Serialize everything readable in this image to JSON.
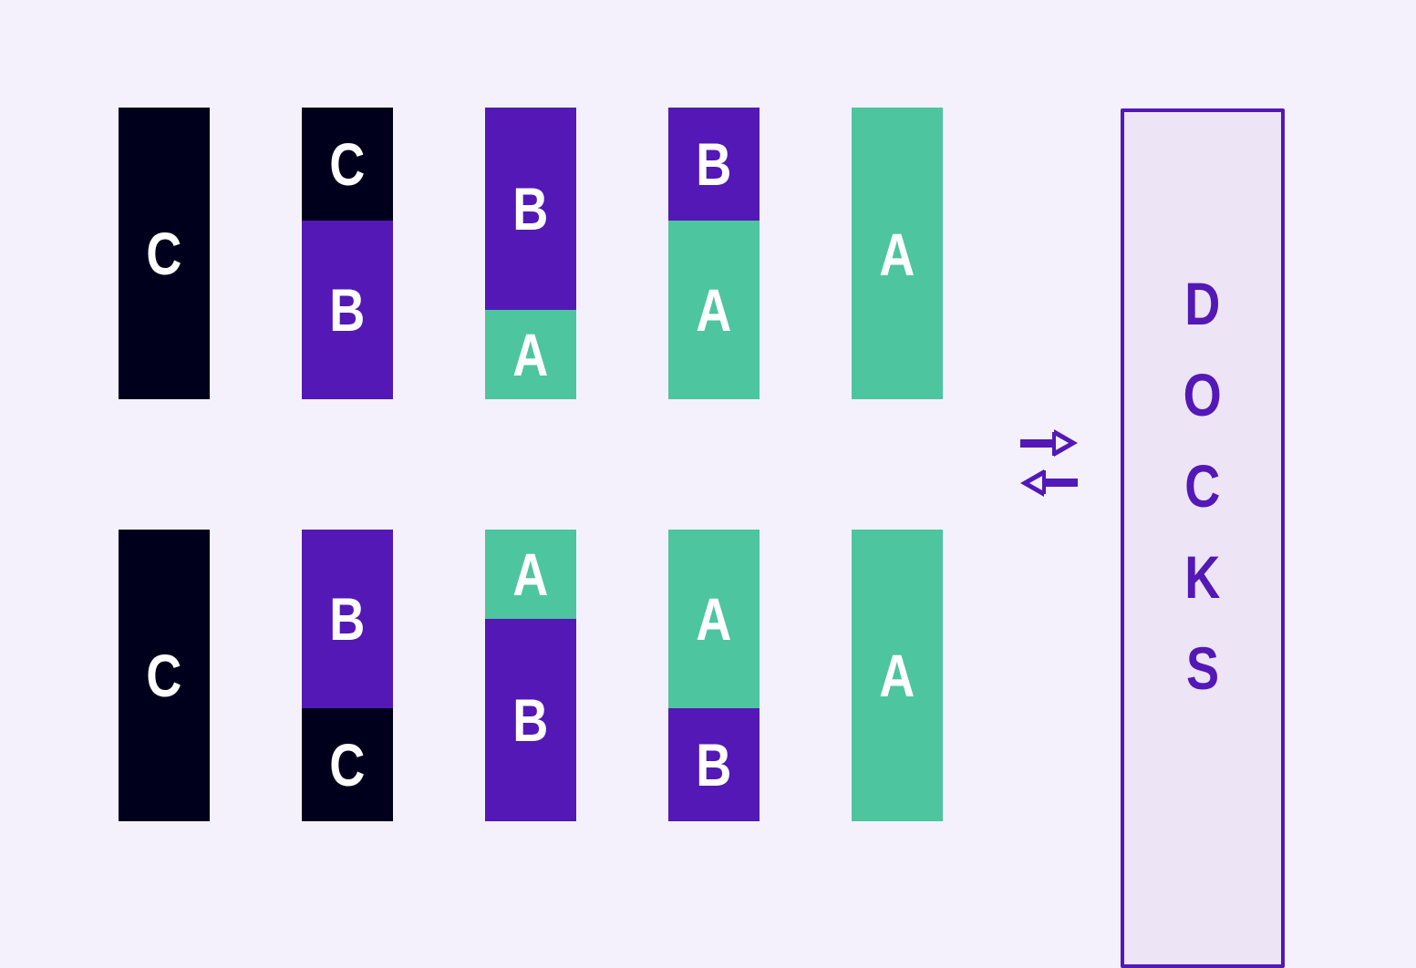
{
  "colors": {
    "background": "#f4f1fc",
    "dark": "#00001c",
    "purple": "#5318b6",
    "green": "#4dc59f",
    "dock_fill": "#ede4f6"
  },
  "rows": [
    [
      [
        {
          "label": "C",
          "color": "dark"
        }
      ],
      [
        {
          "label": "C",
          "color": "dark"
        },
        {
          "label": "B",
          "color": "purple"
        }
      ],
      [
        {
          "label": "B",
          "color": "purple"
        },
        {
          "label": "A",
          "color": "green"
        }
      ],
      [
        {
          "label": "B",
          "color": "purple"
        },
        {
          "label": "A",
          "color": "green"
        }
      ],
      [
        {
          "label": "A",
          "color": "green"
        }
      ]
    ],
    [
      [
        {
          "label": "C",
          "color": "dark"
        }
      ],
      [
        {
          "label": "B",
          "color": "purple"
        },
        {
          "label": "C",
          "color": "dark"
        }
      ],
      [
        {
          "label": "A",
          "color": "green"
        },
        {
          "label": "B",
          "color": "purple"
        }
      ],
      [
        {
          "label": "A",
          "color": "green"
        },
        {
          "label": "B",
          "color": "purple"
        }
      ],
      [
        {
          "label": "A",
          "color": "green"
        }
      ]
    ]
  ],
  "dock": {
    "letters": [
      "D",
      "O",
      "C",
      "K",
      "S"
    ]
  },
  "arrows_icon": "bidirectional-arrows-icon"
}
